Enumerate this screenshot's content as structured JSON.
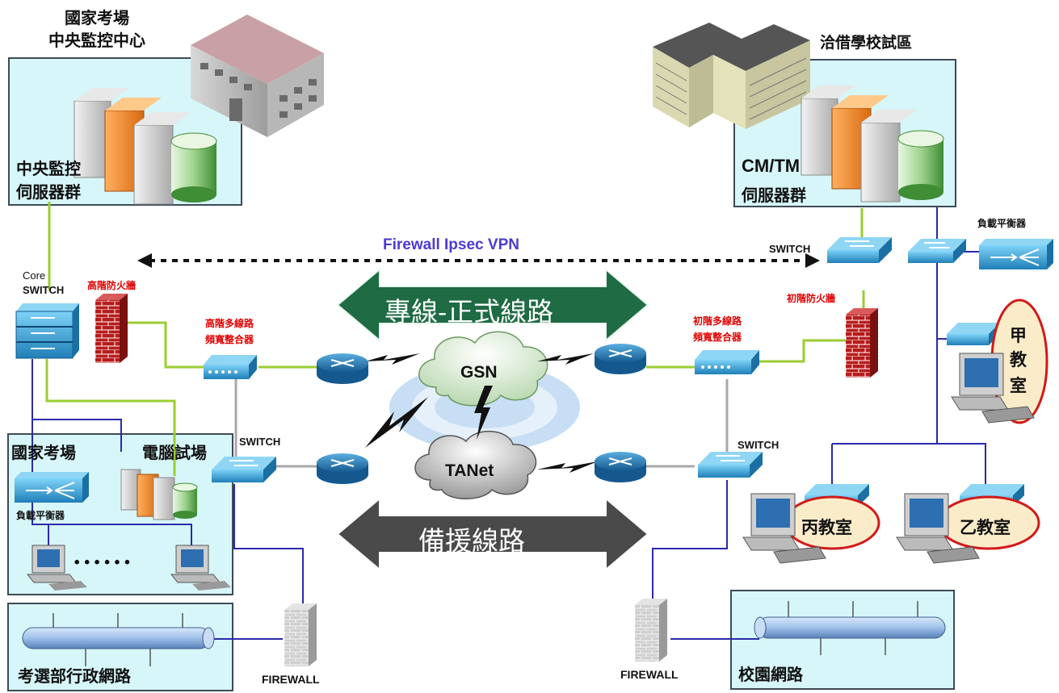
{
  "central": {
    "title_line1": "國家考場",
    "title_line2": "中央監控中心",
    "servers_line1": "中央監控",
    "servers_line2": "伺服器群"
  },
  "school": {
    "title": "洽借學校試區",
    "servers_line1": "CM/TM",
    "servers_line2": "伺服器群",
    "load_balancer": "負載平衡器",
    "switch": "SWITCH",
    "room_a": [
      "甲",
      "教",
      "室"
    ],
    "room_b": "乙教室",
    "room_c": "丙教室"
  },
  "core": {
    "label_line1": "Core",
    "label_line2": "SWITCH",
    "high_firewall": "高階防火牆",
    "high_bw_line1": "高階多線路",
    "high_bw_line2": "頻寬整合器",
    "left_switch": "SWITCH"
  },
  "right_side": {
    "low_firewall": "初階防火牆",
    "low_bw_line1": "初階多線路",
    "low_bw_line2": "頻寬整合器",
    "right_switch": "SWITCH"
  },
  "vpn": {
    "label": "Firewall Ipsec VPN"
  },
  "lines": {
    "primary": "專線-正式線路",
    "backup": "備援線路"
  },
  "clouds": {
    "gsn": "GSN",
    "tanet": "TANet"
  },
  "exam_site": {
    "title_left": "國家考場",
    "title_right": "電腦試場",
    "load_balancer": "負載平衡器",
    "dots": "......"
  },
  "admin_net": {
    "label": "考選部行政網路"
  },
  "campus_net": {
    "label": "校園網路"
  },
  "firewall": {
    "left": "FIREWALL",
    "right": "FIREWALL"
  },
  "colors": {
    "panel": "#d7f6f9",
    "green_link": "#9acd32",
    "blue_link": "#2a2aaa",
    "gray_link": "#a8a8a8",
    "arrow_primary": "#1f6b43",
    "arrow_backup": "#4a4a4a",
    "vpn_text": "#4b3ccf",
    "red_label": "#e00000"
  }
}
